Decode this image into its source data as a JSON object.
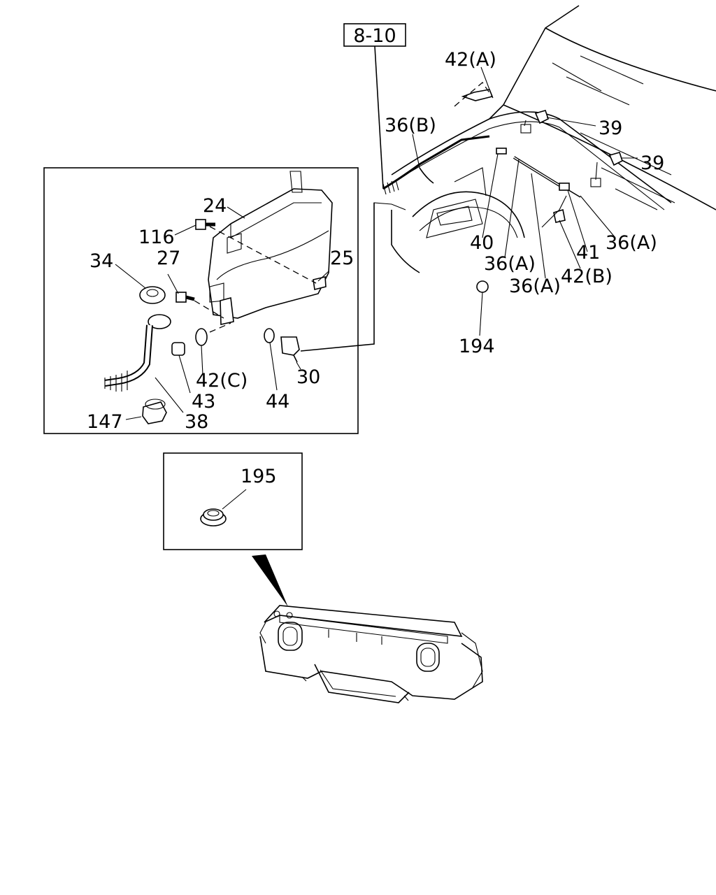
{
  "reference_box": "8-10",
  "callouts": {
    "c24": "24",
    "c116": "116",
    "c27": "27",
    "c34": "34",
    "c25": "25",
    "c42c": "42(C)",
    "c43": "43",
    "c44": "44",
    "c30": "30",
    "c147": "147",
    "c38": "38",
    "c42a": "42(A)",
    "c36b": "36(B)",
    "c39a": "39",
    "c39b": "39",
    "c40": "40",
    "c36a1": "36(A)",
    "c36a2": "36(A)",
    "c36a3": "36(A)",
    "c41": "41",
    "c42b": "42(B)",
    "c194": "194",
    "c195": "195"
  },
  "colors": {
    "line": "#000000",
    "background": "#ffffff"
  }
}
